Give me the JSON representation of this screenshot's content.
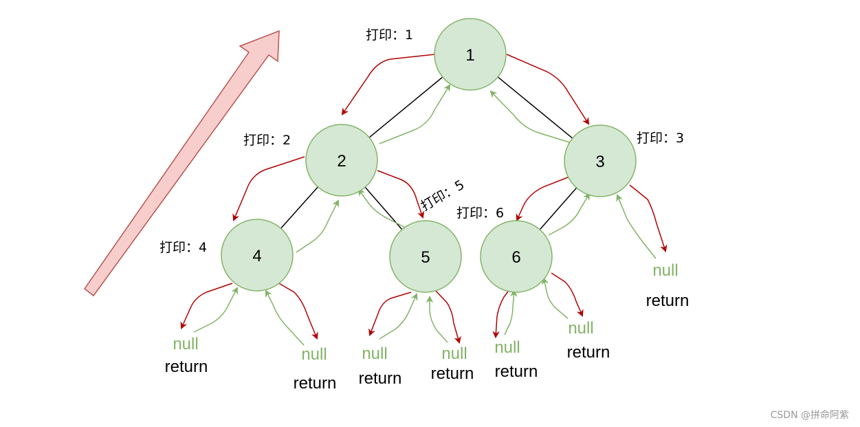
{
  "colors": {
    "node_fill": "#d5e8d4",
    "node_stroke": "#82b366",
    "descend_arrow": "#b20000",
    "return_arrow": "#82b366",
    "edge": "#000000",
    "big_arrow_fill": "#f8cecc",
    "big_arrow_stroke": "#b85450"
  },
  "nodes": [
    {
      "id": "1",
      "label": "1"
    },
    {
      "id": "2",
      "label": "2"
    },
    {
      "id": "3",
      "label": "3"
    },
    {
      "id": "4",
      "label": "4"
    },
    {
      "id": "5",
      "label": "5"
    },
    {
      "id": "6",
      "label": "6"
    }
  ],
  "edges": [
    {
      "from": "1",
      "to": "2"
    },
    {
      "from": "1",
      "to": "3"
    },
    {
      "from": "2",
      "to": "4"
    },
    {
      "from": "2",
      "to": "5"
    },
    {
      "from": "3",
      "to": "6"
    }
  ],
  "print_labels": [
    {
      "node": "1",
      "text": "打印：1"
    },
    {
      "node": "2",
      "text": "打印：2"
    },
    {
      "node": "3",
      "text": "打印：3"
    },
    {
      "node": "4",
      "text": "打印：4"
    },
    {
      "node": "5",
      "text": "打印：5"
    },
    {
      "node": "6",
      "text": "打印：6"
    }
  ],
  "leaves": [
    {
      "parent": "4",
      "side": "left",
      "null": "null",
      "return": "return"
    },
    {
      "parent": "4",
      "side": "right",
      "null": "null",
      "return": "return"
    },
    {
      "parent": "5",
      "side": "left",
      "null": "null",
      "return": "return"
    },
    {
      "parent": "5",
      "side": "right",
      "null": "null",
      "return": "return"
    },
    {
      "parent": "6",
      "side": "left",
      "null": "null",
      "return": "return"
    },
    {
      "parent": "6",
      "side": "right",
      "null": "null",
      "return": "return"
    },
    {
      "parent": "3",
      "side": "right",
      "null": "null",
      "return": "return"
    }
  ],
  "watermark": "CSDN @拼命阿紫"
}
